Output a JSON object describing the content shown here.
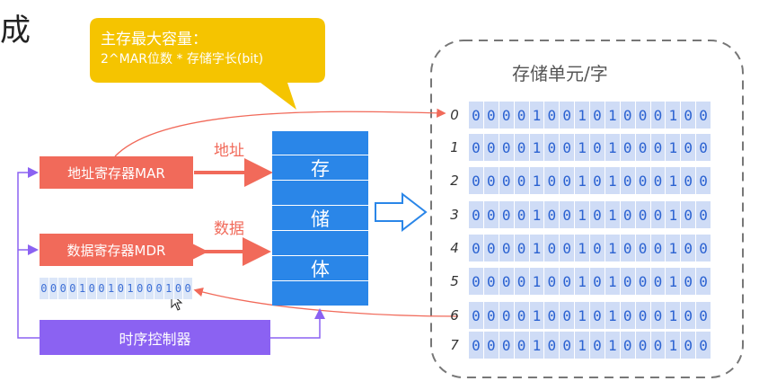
{
  "title_fragment": "成",
  "callout": {
    "line1": "主存最大容量：",
    "line2": "2^MAR位数 * 存储字长(bit)",
    "color": "#f5c400"
  },
  "registers": {
    "mar": "地址寄存器MAR",
    "mdr": "数据寄存器MDR",
    "controller": "时序控制器"
  },
  "bus_labels": {
    "address": "地址",
    "data": "数据"
  },
  "memory_body": {
    "chars": [
      "存",
      "储",
      "体"
    ]
  },
  "buffer_bits": [
    "0",
    "0",
    "0",
    "0",
    "1",
    "0",
    "0",
    "1",
    "0",
    "1",
    "0",
    "0",
    "0",
    "1",
    "0",
    "0"
  ],
  "storage": {
    "title": "存储单元/字",
    "rows": [
      {
        "index": "0",
        "bits": "0000100101000100"
      },
      {
        "index": "1",
        "bits": "0000100101000100"
      },
      {
        "index": "2",
        "bits": "0000100101000100"
      },
      {
        "index": "3",
        "bits": "0000100101000100"
      },
      {
        "index": "4",
        "bits": "0000100101000100"
      },
      {
        "index": "5",
        "bits": "0000100101000100"
      },
      {
        "index": "6",
        "bits": "0000100101000100"
      },
      {
        "index": "7",
        "bits": "0000100101000100"
      }
    ]
  },
  "colors": {
    "register": "#f16a5a",
    "controller": "#8b62f2",
    "memory_body": "#2a86e8",
    "cell": "#cfdcf6",
    "bit_text": "#2b62d1"
  }
}
